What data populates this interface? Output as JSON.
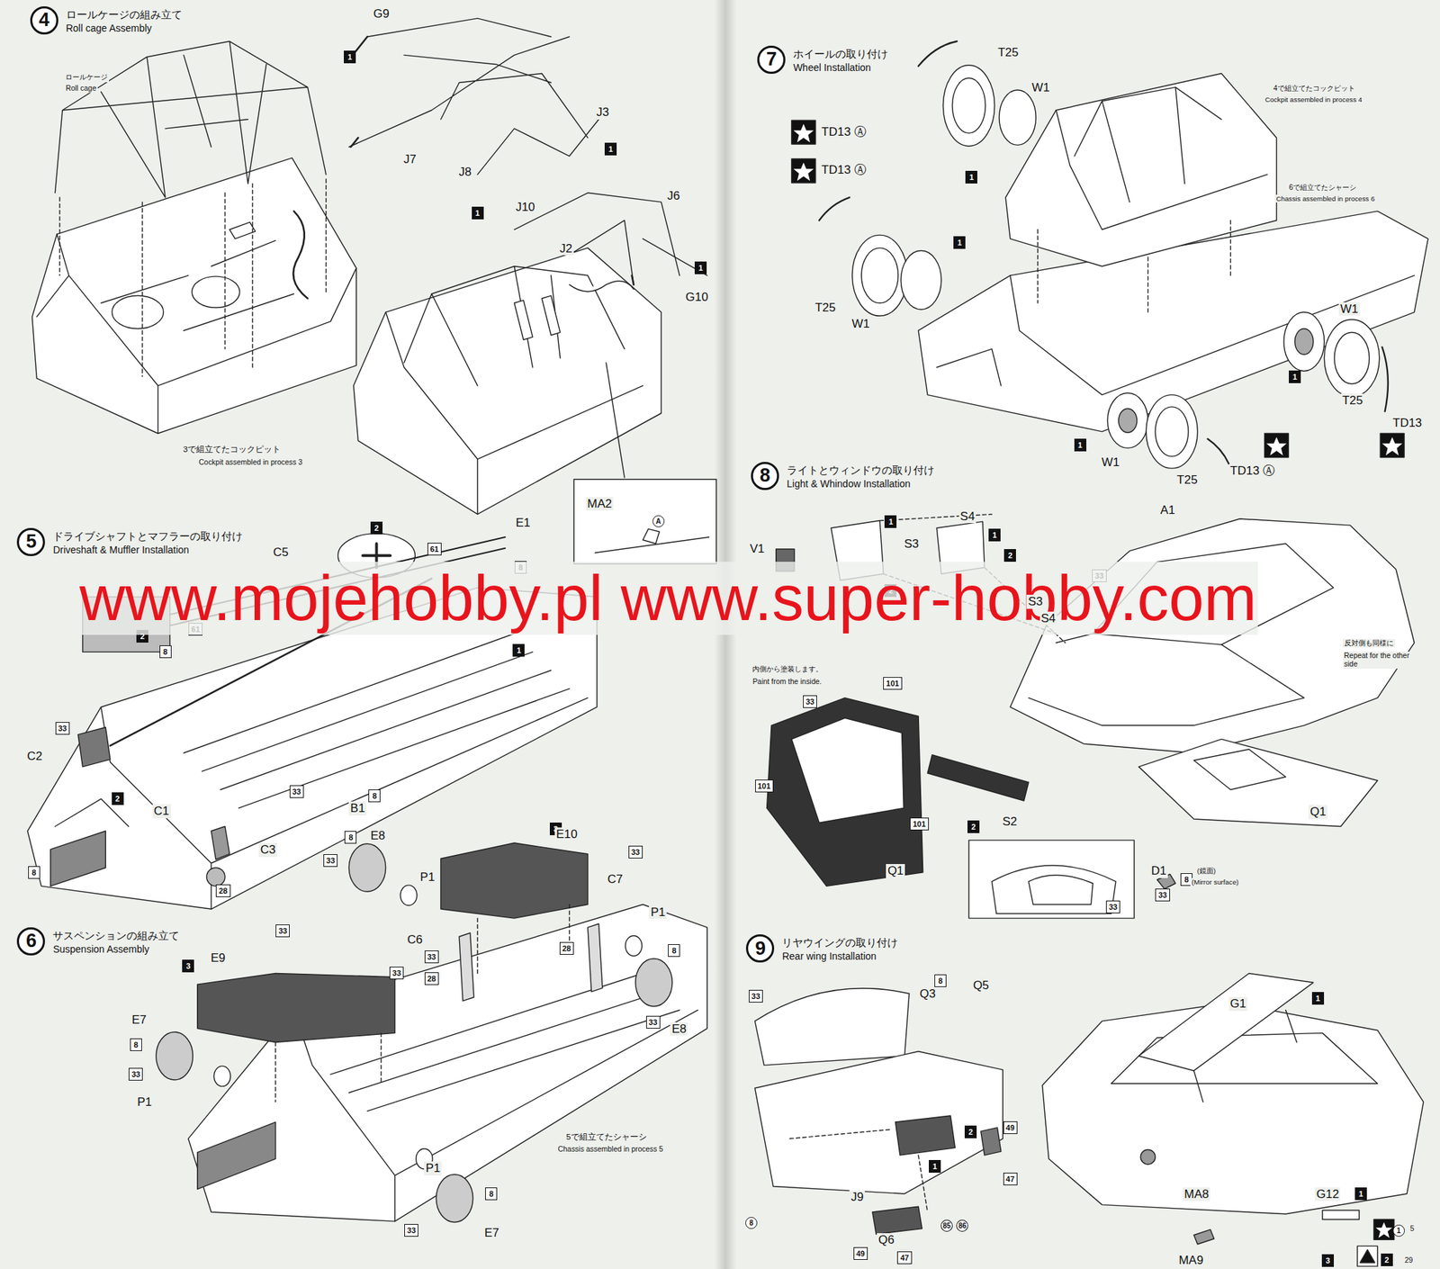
{
  "diagram": {
    "nodes": [
      {
        "text": [
          "4",
          "ロールケージの組み立て",
          "Roll cage Assembly"
        ]
      },
      {
        "text": [
          "1"
        ]
      },
      {
        "text": [
          "1"
        ]
      },
      {
        "text": [
          "1"
        ]
      },
      {
        "text": [
          "1"
        ]
      },
      {
        "text": [
          "A"
        ]
      },
      {
        "text": [
          "5",
          "ドライブシャフトとマフラーの取り付け",
          "Driveshaft & Muffler Installation"
        ]
      },
      {
        "text": [
          "2"
        ]
      },
      {
        "text": [
          "61"
        ]
      },
      {
        "text": [
          "8"
        ]
      },
      {
        "text": [
          "2"
        ]
      },
      {
        "text": [
          "8"
        ]
      },
      {
        "text": [
          "61"
        ]
      },
      {
        "text": [
          "1"
        ]
      },
      {
        "text": [
          "33"
        ]
      },
      {
        "text": [
          "2"
        ]
      },
      {
        "text": [
          "33"
        ]
      },
      {
        "text": [
          "8"
        ]
      },
      {
        "text": [
          "8"
        ]
      },
      {
        "text": [
          "28"
        ]
      },
      {
        "text": [
          "6",
          "サスペンションの組み立て",
          "Suspension Assembly"
        ]
      },
      {
        "text": [
          "3"
        ]
      },
      {
        "text": [
          "8"
        ]
      },
      {
        "text": [
          "33"
        ]
      },
      {
        "text": [
          "33"
        ]
      },
      {
        "text": [
          "33"
        ]
      },
      {
        "text": [
          "3"
        ]
      },
      {
        "text": [
          "33"
        ]
      },
      {
        "text": [
          "33"
        ]
      },
      {
        "text": [
          "28"
        ]
      },
      {
        "text": [
          "28"
        ]
      },
      {
        "text": [
          "8"
        ]
      },
      {
        "text": [
          "33"
        ]
      },
      {
        "text": [
          "8"
        ]
      },
      {
        "text": [
          "33"
        ]
      },
      {
        "text": [
          "8"
        ]
      },
      {
        "text": [
          "33"
        ]
      },
      {
        "text": [
          "7",
          "ホイールの取り付け",
          "Wheel Installation"
        ]
      },
      {
        "text": [
          "1"
        ]
      },
      {
        "text": [
          "1"
        ]
      },
      {
        "text": [
          "1"
        ]
      },
      {
        "text": [
          "1"
        ]
      },
      {
        "text": [
          "8",
          "ライトとウィンドウの取り付け",
          "Light & Whindow Installation"
        ]
      },
      {
        "text": [
          "1"
        ]
      },
      {
        "text": [
          "2"
        ]
      },
      {
        "text": [
          "1"
        ]
      },
      {
        "text": [
          "2"
        ]
      },
      {
        "text": [
          "33"
        ]
      },
      {
        "text": [
          "101"
        ]
      },
      {
        "text": [
          "33"
        ]
      },
      {
        "text": [
          "101"
        ]
      },
      {
        "text": [
          "101"
        ]
      },
      {
        "text": [
          "2"
        ]
      },
      {
        "text": [
          "33"
        ]
      },
      {
        "text": [
          "33"
        ]
      },
      {
        "text": [
          "8"
        ]
      },
      {
        "text": [
          "9",
          "リヤウイングの取り付け",
          "Rear wing Installation"
        ]
      },
      {
        "text": [
          "33"
        ]
      },
      {
        "text": [
          "8"
        ]
      },
      {
        "text": [
          "2"
        ]
      },
      {
        "text": [
          "1"
        ]
      },
      {
        "text": [
          "49"
        ]
      },
      {
        "text": [
          "47"
        ]
      },
      {
        "text": [
          "8"
        ]
      },
      {
        "text": [
          "49"
        ]
      },
      {
        "text": [
          "47"
        ]
      },
      {
        "text": [
          "85"
        ]
      },
      {
        "text": [
          "86"
        ]
      },
      {
        "text": [
          "1"
        ]
      },
      {
        "text": [
          "1"
        ]
      },
      {
        "text": [
          "1"
        ]
      },
      {
        "text": [
          "3"
        ]
      },
      {
        "text": [
          "2"
        ]
      }
    ],
    "labels": [
      "ロールケージ",
      "Roll cage",
      "G9",
      "J7",
      "J8",
      "J3",
      "J10",
      "J6",
      "J2",
      "G10",
      "3で組立てたコックピット",
      "Cockpit assembled in process 3",
      "MA2",
      "C5",
      "E1",
      "B1",
      "C2",
      "C1",
      "C3",
      "www.mojehobby.pl www.super-hobby.com",
      "E9",
      "E7",
      "P1",
      "E8",
      "P1",
      "C6",
      "E10",
      "C7",
      "P1",
      "E8",
      "P1",
      "E7",
      "5で組立てたシャーシ",
      "Chassis assembled in process 5",
      "T25",
      "W1",
      "TD13 Ⓐ",
      "TD13 Ⓐ",
      "4で組立てたコックピット",
      "Cockpit assembled in process 4",
      "6で組立てたシャーシ",
      "Chassis assembled in process 6",
      "T25",
      "W1",
      "W1",
      "T25",
      "TD13",
      "W1",
      "T25",
      "TD13 Ⓐ",
      "V1",
      "S3",
      "S4",
      "S3",
      "S4",
      "A1",
      "反対側も同様に",
      "Repeat for the other side",
      "内側から塗装します。",
      "Paint from the inside.",
      "Q1",
      "S2",
      "Q1",
      "D1",
      "(鏡面)",
      "(Mirror surface)",
      "Q3",
      "Q5",
      "G1",
      "J9",
      "MA8",
      "G12",
      "Q6",
      "MA9",
      "5",
      "29"
    ]
  }
}
